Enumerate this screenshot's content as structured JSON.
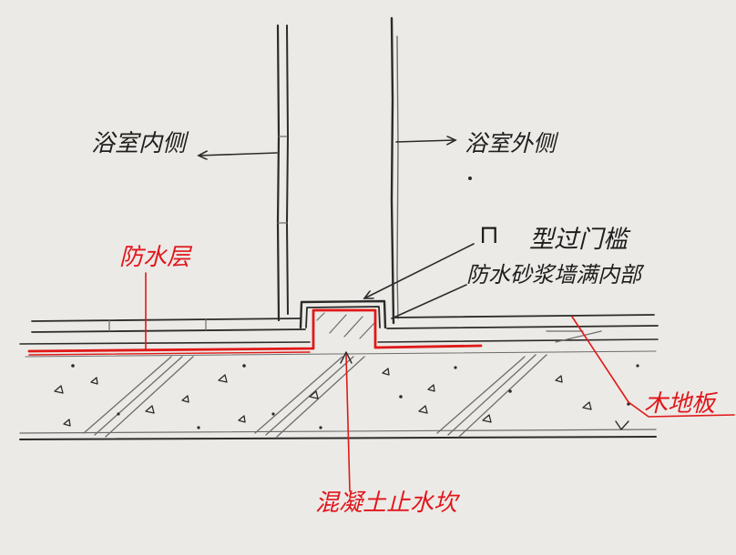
{
  "labels": {
    "bathroom_inside": "浴室内侧",
    "bathroom_outside": "浴室外侧",
    "threshold_type": "型过门槛",
    "threshold_symbol": "⊓",
    "waterproof_layer": "防水层",
    "waterproof_note": "防水砂浆墙满内部",
    "wood_floor": "木地板",
    "water_stop_curb": "混凝土止水坎"
  },
  "colors": {
    "paper": "#eceae6",
    "pencil": "#2b2b2b",
    "red_ink": "#e01818"
  }
}
